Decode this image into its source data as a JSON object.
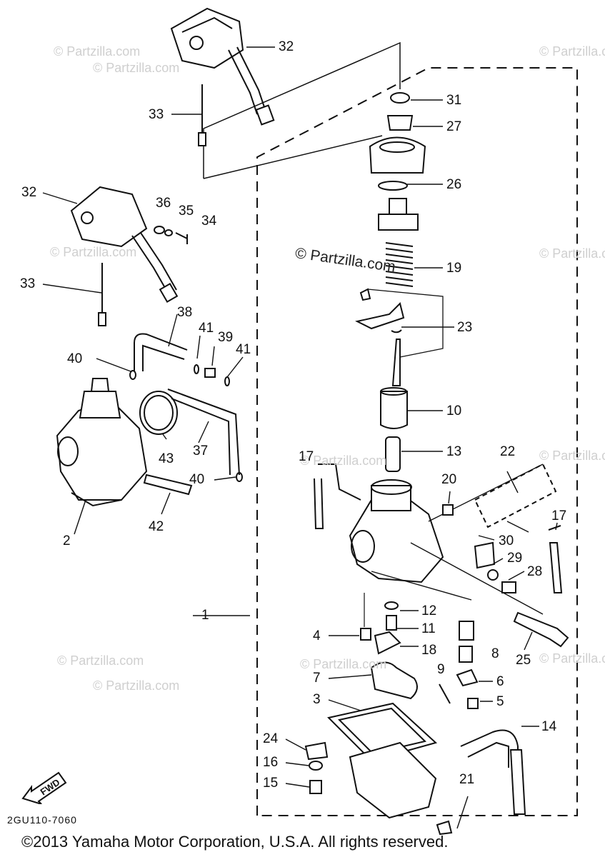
{
  "labels": {
    "l1": "1",
    "l2": "2",
    "l3": "3",
    "l4": "4",
    "l5": "5",
    "l6": "6",
    "l7": "7",
    "l8": "8",
    "l9": "9",
    "l10": "10",
    "l11": "11",
    "l12": "12",
    "l13": "13",
    "l14": "14",
    "l15": "15",
    "l16": "16",
    "l17a": "17",
    "l17b": "17",
    "l18": "18",
    "l19": "19",
    "l20": "20",
    "l21": "21",
    "l22": "22",
    "l23": "23",
    "l24": "24",
    "l25": "25",
    "l26": "26",
    "l27": "27",
    "l28": "28",
    "l29": "29",
    "l30": "30",
    "l31": "31",
    "l32a": "32",
    "l32b": "32",
    "l33a": "33",
    "l33b": "33",
    "l34": "34",
    "l35": "35",
    "l36": "36",
    "l37": "37",
    "l38": "38",
    "l39": "39",
    "l40a": "40",
    "l40b": "40",
    "l41a": "41",
    "l41b": "41",
    "l42": "42",
    "l43": "43"
  },
  "watermark": "© Partzilla.com",
  "fwd_label": "FWD",
  "diagram_code": "2GU110-7060",
  "copyright": "©2013 Yamaha Motor Corporation, U.S.A. All rights reserved."
}
